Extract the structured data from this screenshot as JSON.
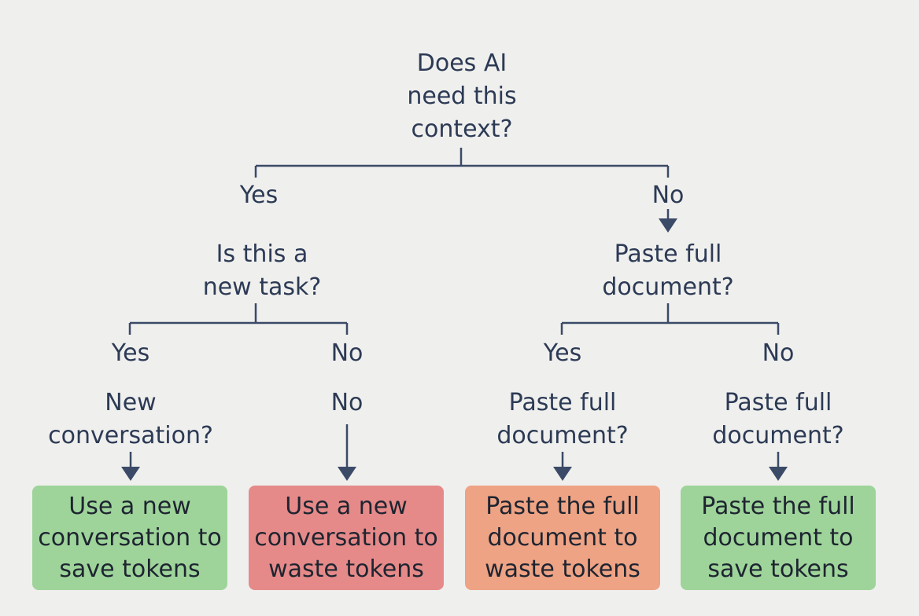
{
  "nodes": {
    "root": "Does AI\nneed this\ncontext?",
    "left_question": "Is this a\nnew task?",
    "right_question": "Paste full\ndocument?",
    "ll_question": "New\nconversation?",
    "lr_question": "No",
    "rl_question": "Paste full\ndocument?",
    "rr_question": "Paste full\ndocument?"
  },
  "branch_labels": {
    "root_yes": "Yes",
    "root_no": "No",
    "left_yes": "Yes",
    "left_no": "No",
    "right_yes": "Yes",
    "right_no": "No"
  },
  "outcomes": [
    {
      "text": "Use a new\nconversation to\nsave tokens",
      "color": "#9ed49a"
    },
    {
      "text": "Use a new\nconversation to\nwaste tokens",
      "color": "#e58a89"
    },
    {
      "text": "Paste the full\ndocument to\nwaste tokens",
      "color": "#efa385"
    },
    {
      "text": "Paste the full\ndocument to\nsave tokens",
      "color": "#9ed49a"
    }
  ],
  "colors": {
    "line": "#3b4a66",
    "background": "#efefed"
  }
}
